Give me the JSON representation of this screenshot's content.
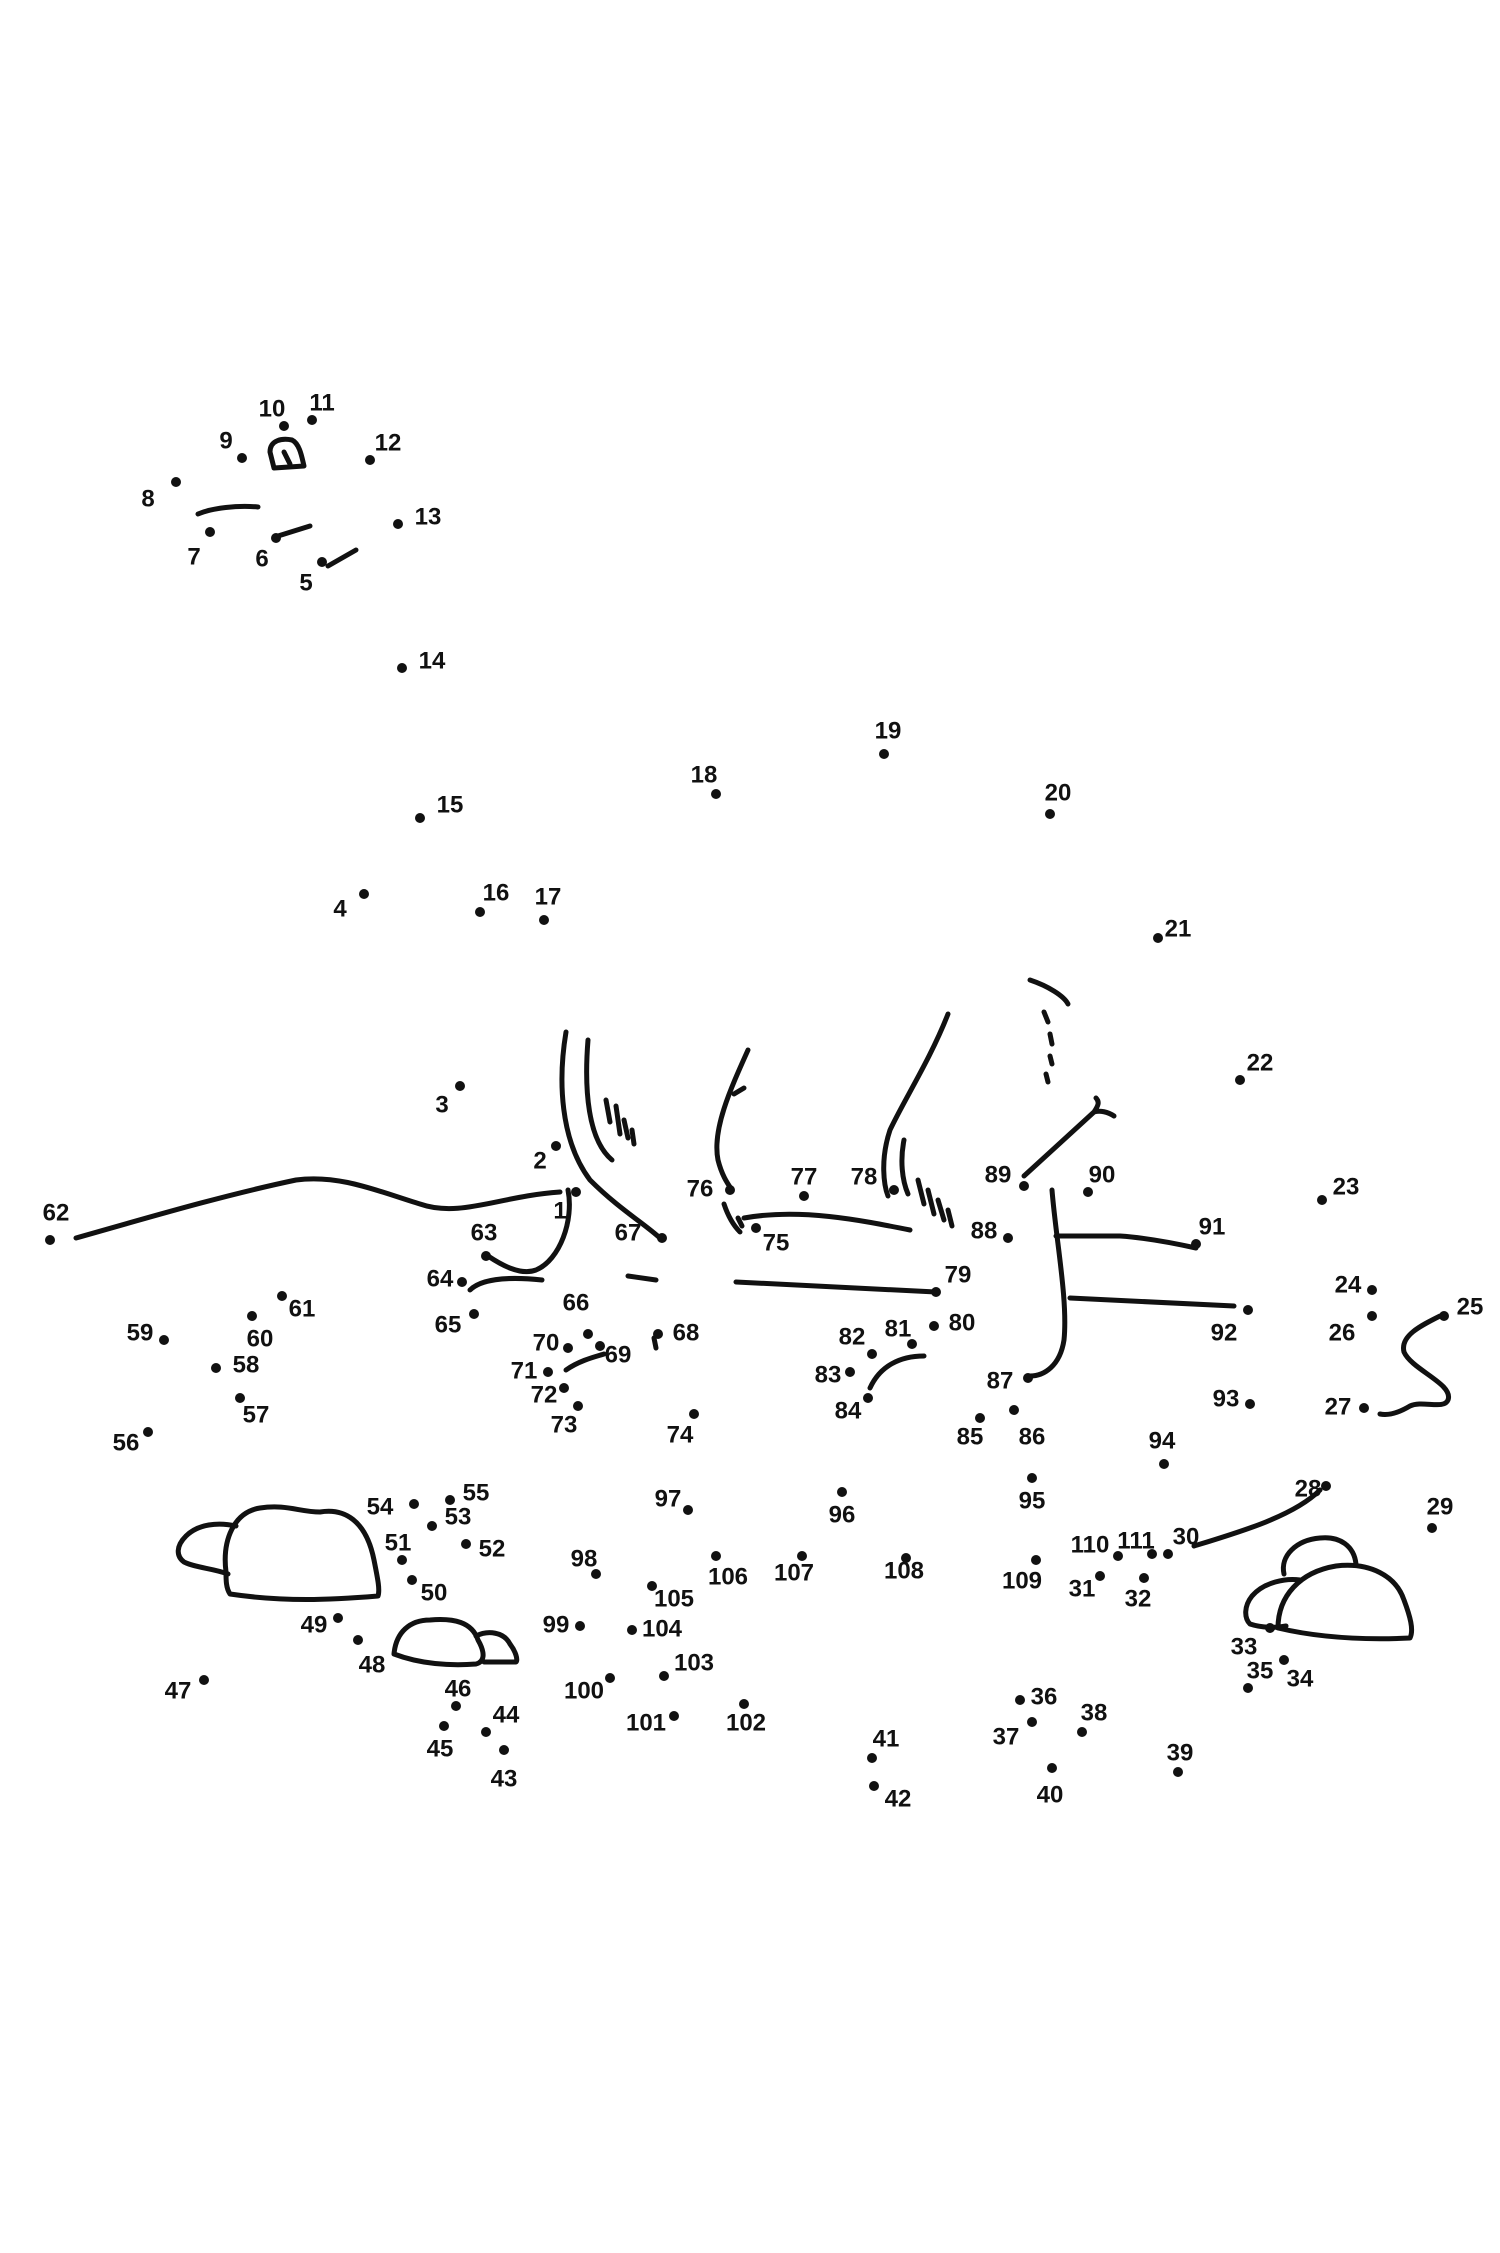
{
  "worksheet": {
    "labels": [
      "1",
      "2",
      "3",
      "4",
      "5",
      "6",
      "7",
      "8",
      "9",
      "10",
      "11",
      "12",
      "13",
      "14",
      "15",
      "16",
      "17",
      "18",
      "19",
      "20",
      "21",
      "22",
      "23",
      "24",
      "25",
      "26",
      "27",
      "28",
      "29",
      "30",
      "31",
      "32",
      "33",
      "34",
      "35",
      "36",
      "37",
      "38",
      "39",
      "40",
      "41",
      "42",
      "43",
      "44",
      "45",
      "46",
      "47",
      "48",
      "49",
      "50",
      "51",
      "52",
      "53",
      "54",
      "55",
      "56",
      "57",
      "58",
      "59",
      "60",
      "61",
      "62",
      "63",
      "64",
      "65",
      "66",
      "67",
      "68",
      "69",
      "70",
      "71",
      "72",
      "73",
      "74",
      "75",
      "76",
      "77",
      "78",
      "79",
      "80",
      "81",
      "82",
      "83",
      "84",
      "85",
      "86",
      "87",
      "88",
      "89",
      "90",
      "91",
      "92",
      "93",
      "94",
      "95",
      "96",
      "97",
      "98",
      "99",
      "100",
      "101",
      "102",
      "103",
      "104",
      "105",
      "106",
      "107",
      "108",
      "109",
      "110",
      "111"
    ],
    "ink_color": "#111111",
    "background_color": "#ffffff"
  }
}
